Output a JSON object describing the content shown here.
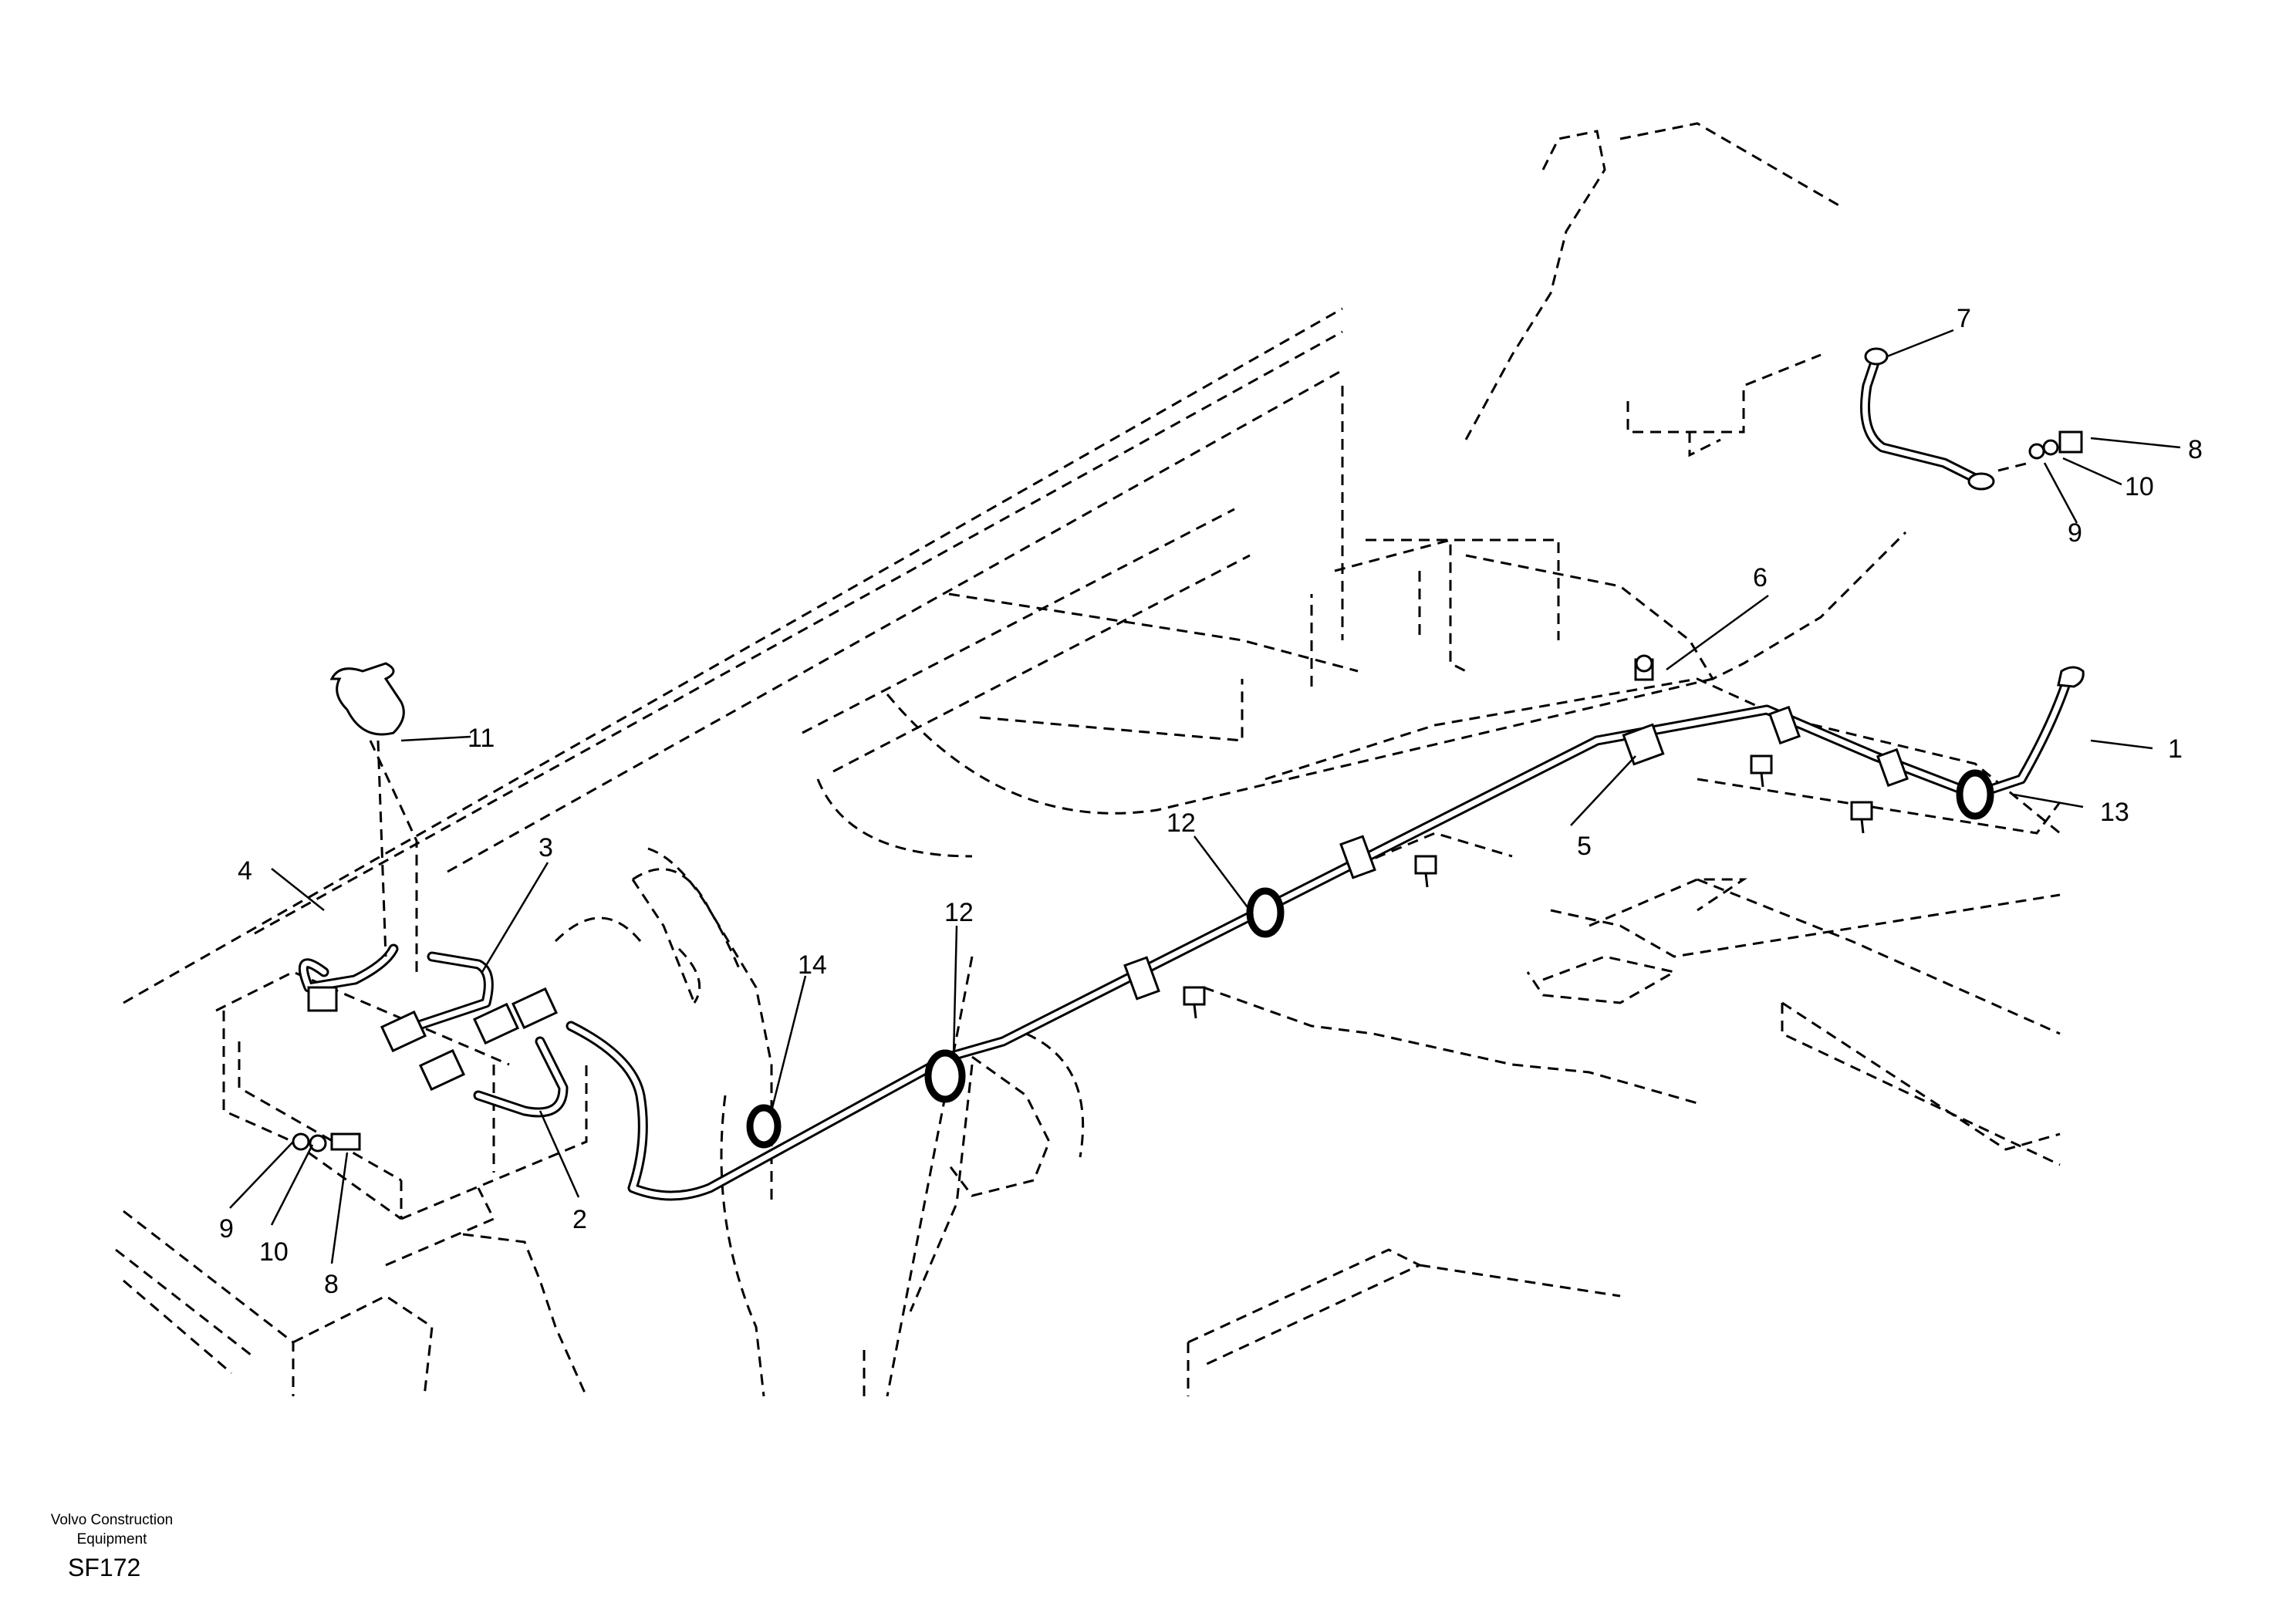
{
  "footer": {
    "manufacturer_line1": "Volvo Construction",
    "manufacturer_line2": "Equipment",
    "drawing_code": "SF172"
  },
  "callouts": [
    {
      "id": "c1",
      "label": "1"
    },
    {
      "id": "c2",
      "label": "2"
    },
    {
      "id": "c3",
      "label": "3"
    },
    {
      "id": "c4",
      "label": "4"
    },
    {
      "id": "c5",
      "label": "5"
    },
    {
      "id": "c6",
      "label": "6"
    },
    {
      "id": "c7",
      "label": "7"
    },
    {
      "id": "c8a",
      "label": "8"
    },
    {
      "id": "c8b",
      "label": "8"
    },
    {
      "id": "c9a",
      "label": "9"
    },
    {
      "id": "c9b",
      "label": "9"
    },
    {
      "id": "c10a",
      "label": "10"
    },
    {
      "id": "c10b",
      "label": "10"
    },
    {
      "id": "c11",
      "label": "11"
    },
    {
      "id": "c12a",
      "label": "12"
    },
    {
      "id": "c12b",
      "label": "12"
    },
    {
      "id": "c13",
      "label": "13"
    },
    {
      "id": "c14",
      "label": "14"
    }
  ]
}
